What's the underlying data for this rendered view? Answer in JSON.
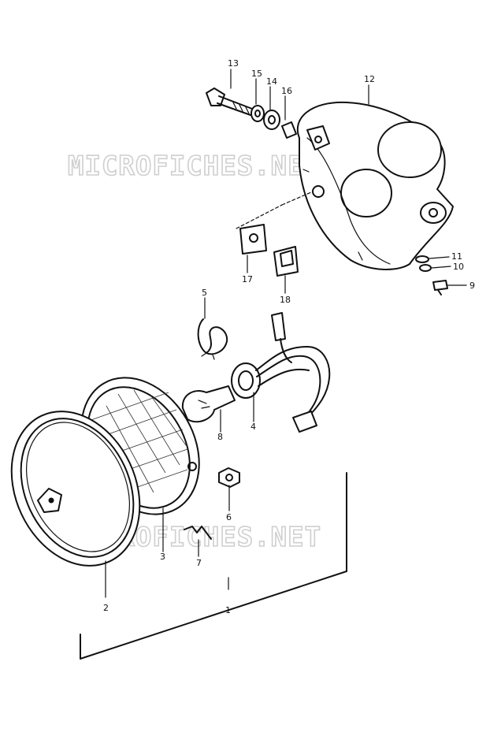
{
  "watermarks": [
    "MICROFICHES.NET",
    "MICROFICHES.NET"
  ],
  "callouts": {
    "p1": "1",
    "p2": "2",
    "p3": "3",
    "p4": "4",
    "p5": "5",
    "p6": "6",
    "p7": "7",
    "p8": "8",
    "p9": "9",
    "p10": "10",
    "p11": "11",
    "p12": "12",
    "p13": "13",
    "p14": "14",
    "p15": "15",
    "p16": "16",
    "p17": "17",
    "p18": "18"
  }
}
